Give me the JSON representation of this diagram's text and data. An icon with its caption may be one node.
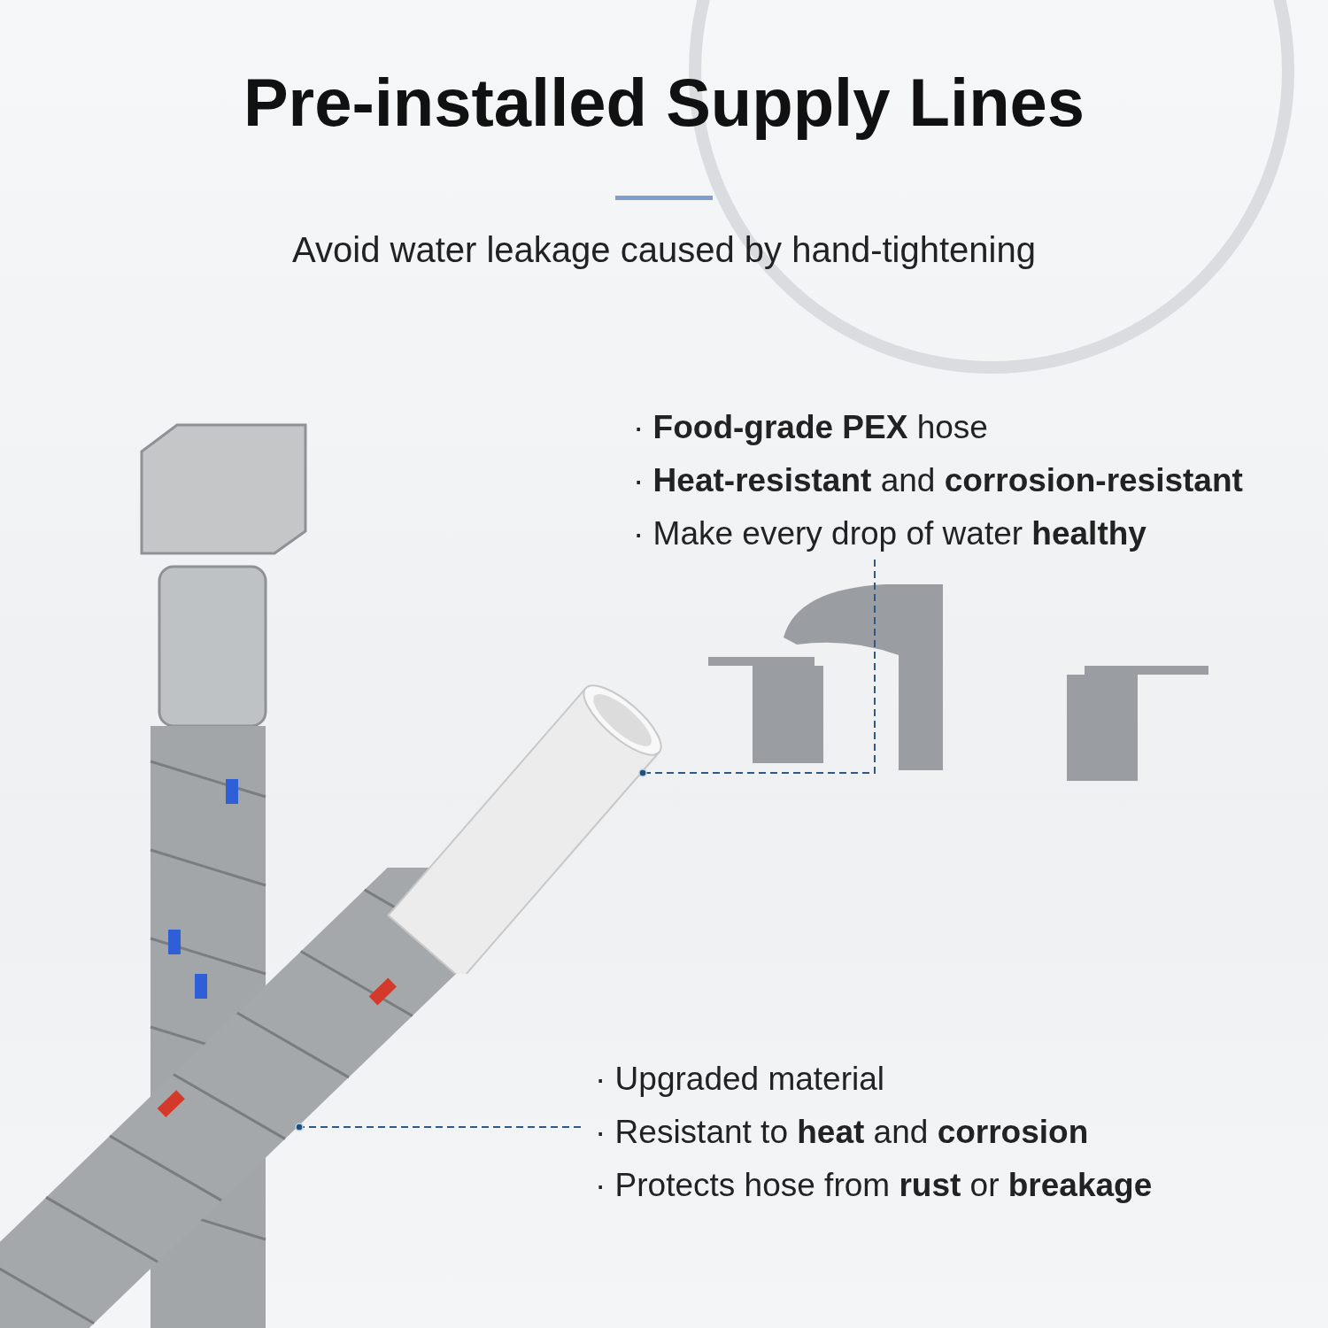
{
  "diagram": {
    "title": "Pre-installed Supply Lines",
    "nodes": [
      {
        "text": [
          "· **Food-grade PEX** hose",
          "· **Heat-resistant** and **corrosion-resistant**",
          "· Make every drop of water **healthy**"
        ]
      },
      {
        "text": [],
        "shape": "picture"
      },
      {
        "text": [
          "· Upgraded material",
          "· Resistant to **heat** and **corrosion**",
          "· Protects hose from **rust** or **breakage**"
        ]
      },
      {
        "text": [],
        "shape": "picture"
      }
    ],
    "edges": [
      {
        "from": 0,
        "to": 1,
        "arrow": "other",
        "style": "dashed"
      },
      {
        "from": 2,
        "to": 3,
        "arrow": "other",
        "style": "dashed"
      }
    ],
    "labels": [
      "Avoid water leakage caused by hand-tightening"
    ]
  }
}
